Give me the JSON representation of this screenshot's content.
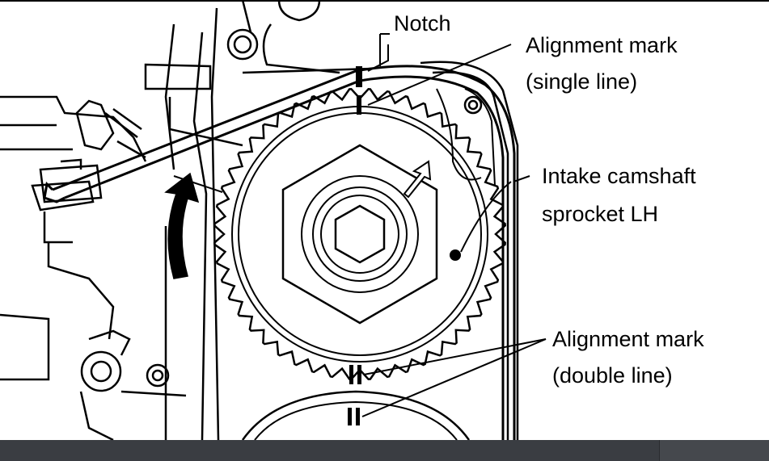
{
  "labels": {
    "notch": "Notch",
    "single_mark_l1": "Alignment mark",
    "single_mark_l2": "(single line)",
    "sprocket_l1": "Intake camshaft",
    "sprocket_l2": "sprocket LH",
    "double_mark_l1": "Alignment mark",
    "double_mark_l2": "(double line)"
  },
  "colors": {
    "line": "#000000",
    "background": "#ffffff",
    "bar": "#3a3d42"
  },
  "icons": {
    "rotation_arrow": "curved-up-arrow-icon",
    "direction_arrow": "outline-arrow-icon"
  }
}
